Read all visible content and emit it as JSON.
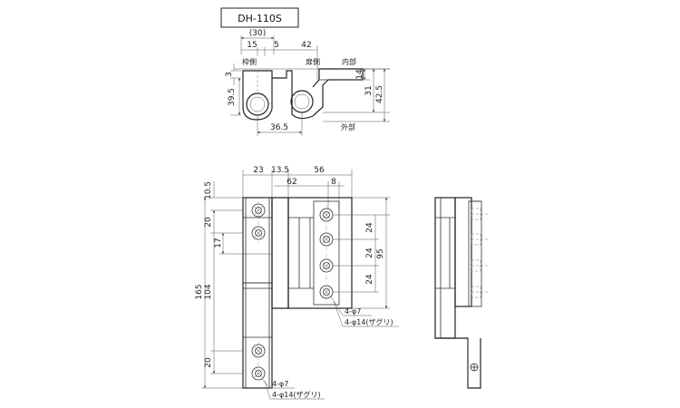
{
  "model": "DH-110S",
  "top_view": {
    "dims": {
      "d30": "(30)",
      "d15": "15",
      "d5": "5",
      "d42": "42",
      "d3": "3",
      "d395": "39.5",
      "d14": "14",
      "d31": "31",
      "d425": "42.5",
      "d365": "36.5"
    },
    "labels": {
      "frame_side": "枠側",
      "door_side": "扉側",
      "interior": "内部",
      "exterior": "外部"
    }
  },
  "front_view": {
    "dims": {
      "d23": "23",
      "d135": "13.5",
      "d56": "56",
      "d62": "62",
      "d8": "8",
      "d105": "10.5",
      "d20a": "20",
      "d17": "17",
      "d165": "165",
      "d104": "104",
      "d20b": "20",
      "d24a": "24",
      "d24b": "24",
      "d24c": "24",
      "d95": "95"
    },
    "notes": {
      "right_hole": "4-φ7",
      "right_counterbore": "4-φ14(ザグリ)",
      "left_hole": "4-φ7",
      "left_counterbore": "4-φ14(ザグリ)"
    }
  }
}
